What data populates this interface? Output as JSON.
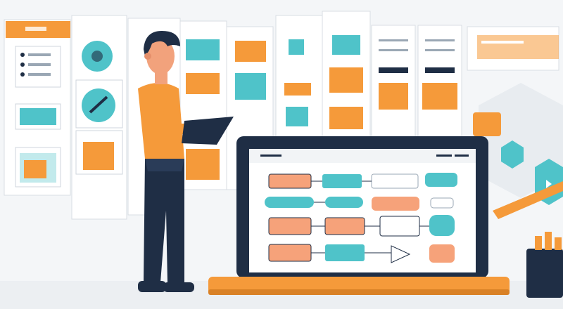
{
  "scene": {
    "palette": {
      "background": "#f4f6f8",
      "panel": "#ffffff",
      "panel_edge": "#d9dee3",
      "orange": "#f59a3a",
      "peach": "#f6a27a",
      "teal": "#4fc3c9",
      "navy": "#1f2e45",
      "skin": "#f2a27c",
      "grey": "#cfd6dc"
    },
    "figures": [
      "person-holding-tablet",
      "laptop-with-flowchart",
      "wall-of-ui-cards",
      "hexagon-arrow-icons",
      "pencil-cup"
    ]
  }
}
